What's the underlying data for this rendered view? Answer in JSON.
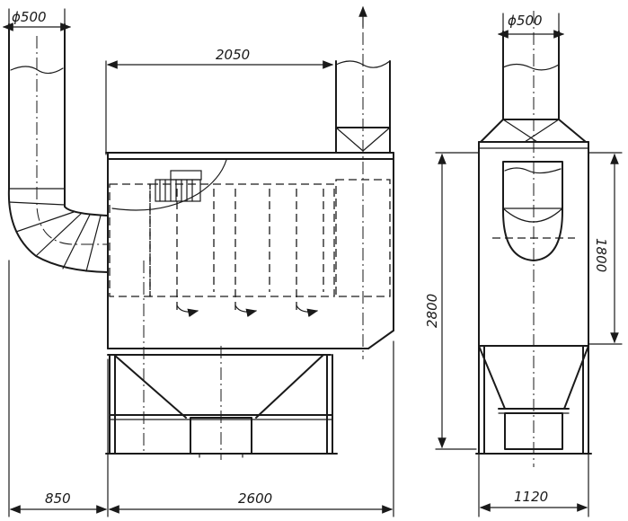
{
  "drawing": {
    "front_view": {
      "pipe_diameter": "ϕ500",
      "width_top": "2050",
      "height_total": "",
      "offset_left": "850",
      "width_total": "2600"
    },
    "side_view": {
      "pipe_diameter": "ϕ500",
      "height_total": "2800",
      "height_body": "1800",
      "width_total": "1120"
    }
  }
}
